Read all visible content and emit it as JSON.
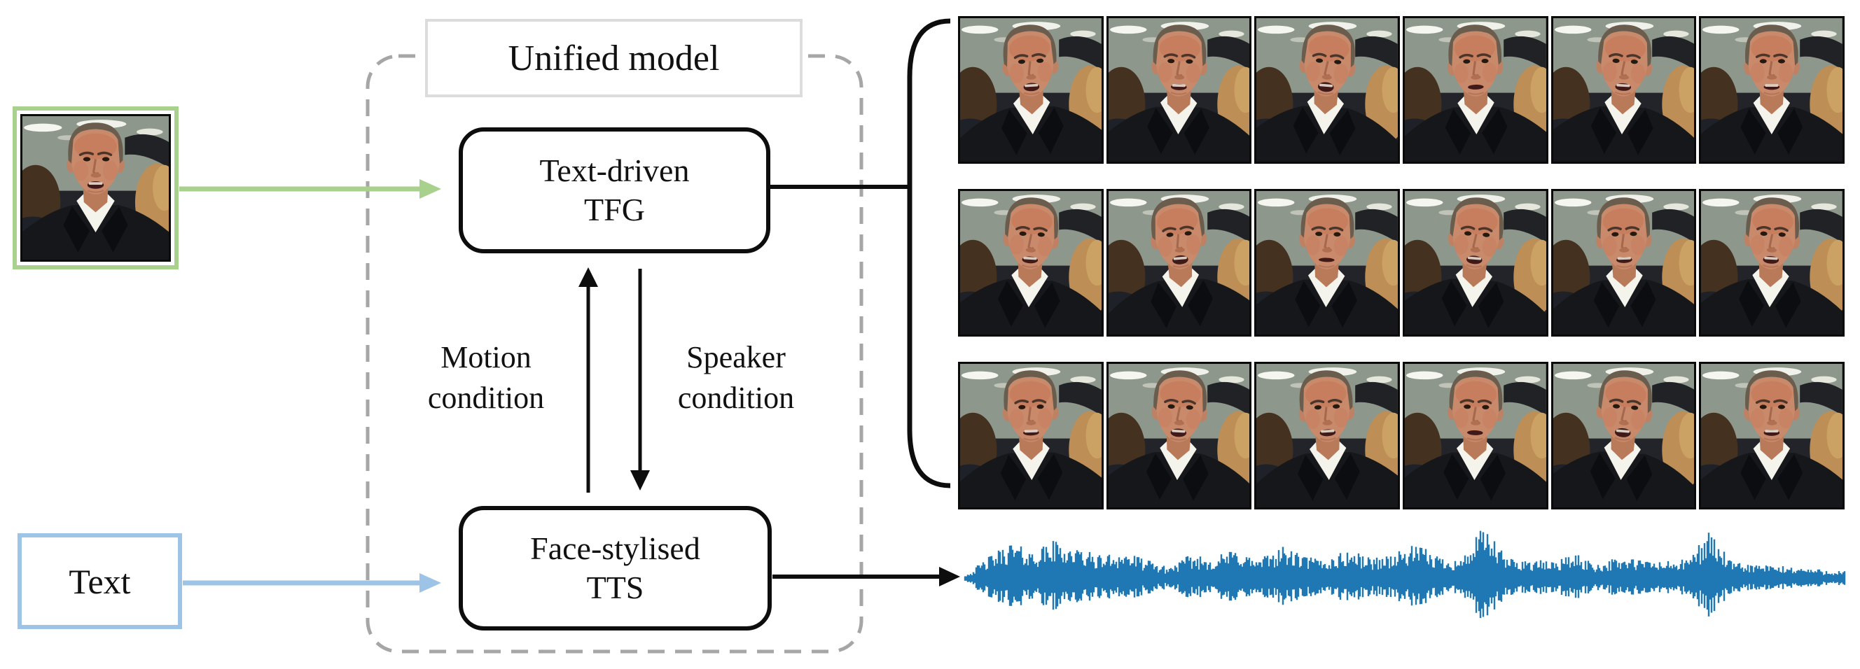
{
  "figure": {
    "container_label": "Unified model",
    "boxes": {
      "tfg": {
        "line1": "Text-driven",
        "line2": "TFG"
      },
      "tts": {
        "line1": "Face-stylised",
        "line2": "TTS"
      }
    },
    "conditions": {
      "motion": {
        "line1": "Motion",
        "line2": "condition"
      },
      "speaker": {
        "line1": "Speaker",
        "line2": "condition"
      }
    },
    "inputs": {
      "face_image": "speaker-face-photo",
      "text_label": "Text"
    },
    "outputs": {
      "video_rows": 3,
      "video_cols": 6,
      "video_frames": "talking-head-video-frames",
      "audio": "speech-waveform"
    },
    "colors": {
      "face_input_border": "#a9d18e",
      "green_arrow": "#a9d18e",
      "text_input_border": "#9dc3e6",
      "blue_arrow": "#9dc3e6",
      "dashed_border": "#a6a6a6",
      "label_box_border": "#dcdcdc",
      "waveform": "#1f77b4",
      "line_black": "#0d0d0d"
    }
  }
}
